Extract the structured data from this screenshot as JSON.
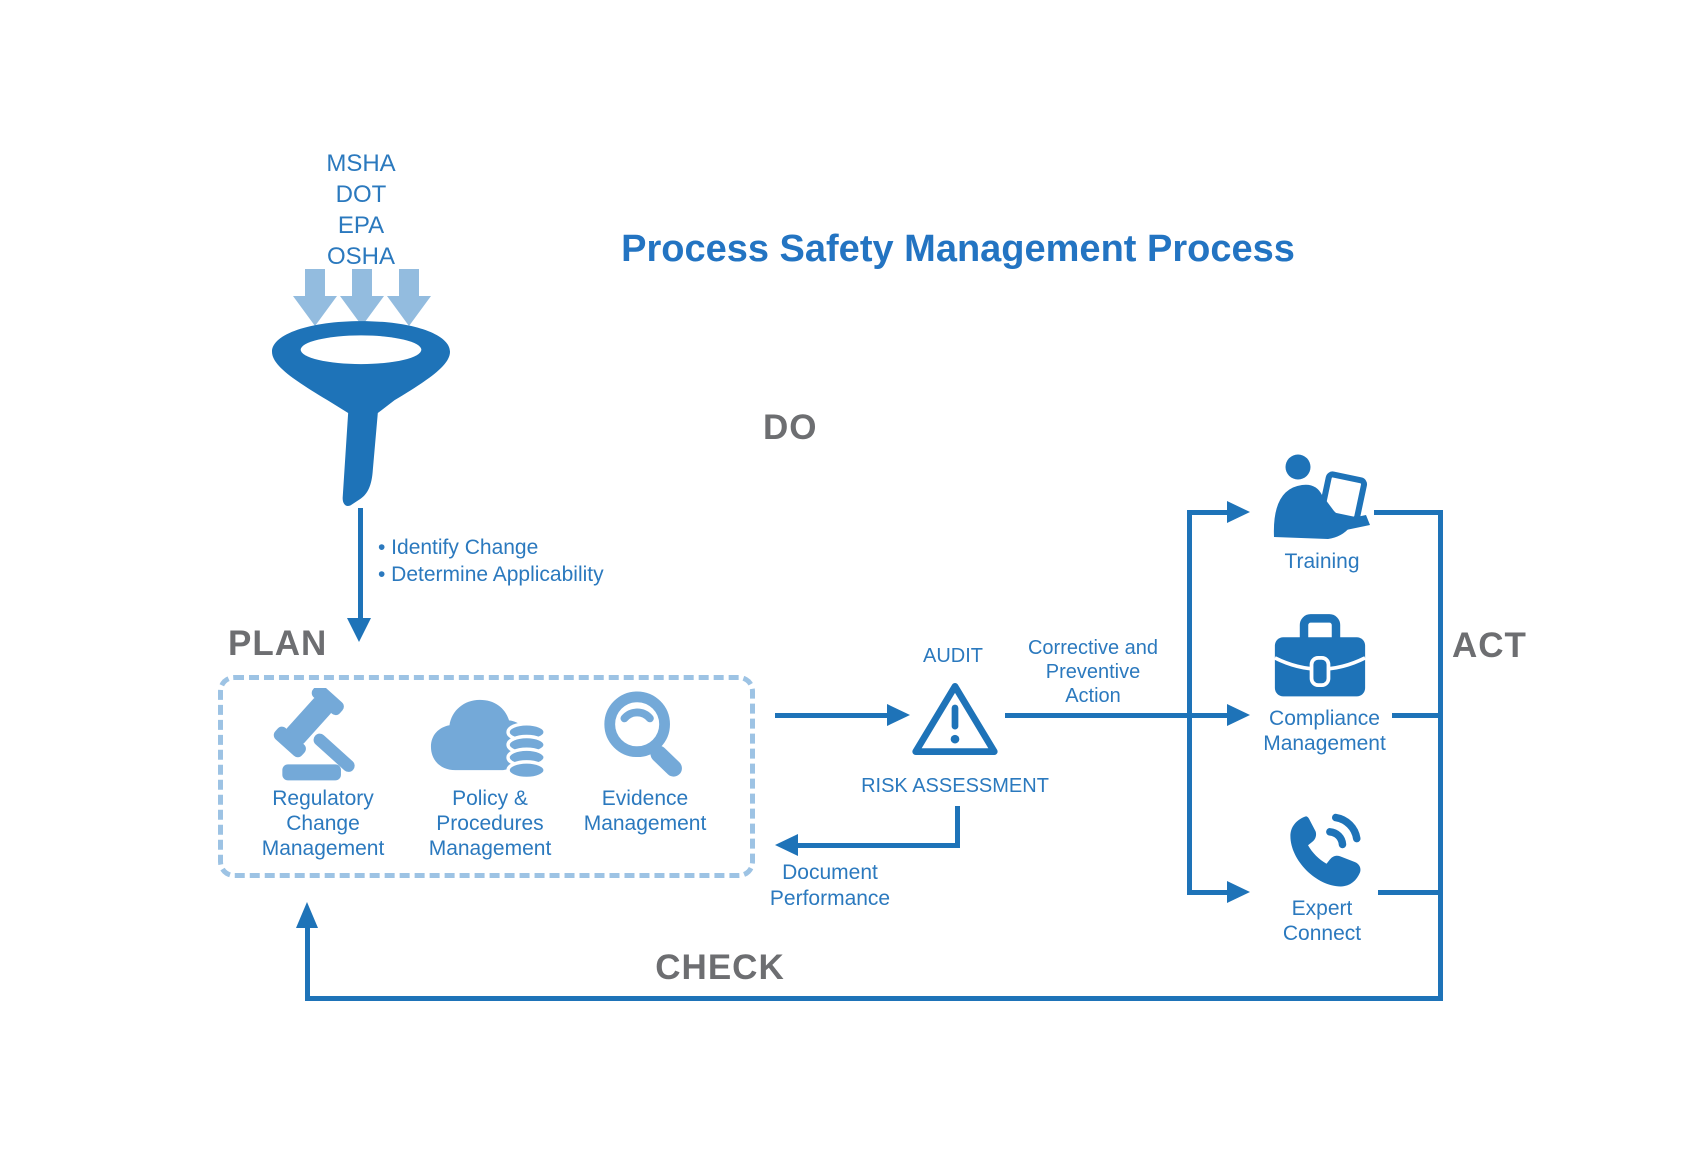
{
  "title": "Process Safety Management Process",
  "colors": {
    "primary_blue": "#1E73B8",
    "title_blue": "#2374C2",
    "text_blue": "#2B79BE",
    "light_icon_blue": "#74A9D8",
    "pale_arrow_blue": "#93BCDF",
    "dashed_border_blue": "#9DC3E4",
    "phase_gray": "#6D6E71"
  },
  "regulators": [
    "MSHA",
    "DOT",
    "EPA",
    "OSHA"
  ],
  "funnel_outputs": [
    "• Identify Change",
    "• Determine Applicability"
  ],
  "phases": {
    "plan": "PLAN",
    "do": "DO",
    "check": "CHECK",
    "act": "ACT"
  },
  "plan_items": [
    {
      "icon": "gavel-icon",
      "label_lines": [
        "Regulatory",
        "Change",
        "Management"
      ]
    },
    {
      "icon": "cloud-database-icon",
      "label_lines": [
        "Policy &",
        "Procedures",
        "Management"
      ]
    },
    {
      "icon": "magnifier-icon",
      "label_lines": [
        "Evidence",
        "Management"
      ]
    }
  ],
  "risk": {
    "above": "AUDIT",
    "below": "RISK ASSESSMENT",
    "icon": "warning-triangle-icon"
  },
  "corrective_action_lines": [
    "Corrective and",
    "Preventive",
    "Action"
  ],
  "document_performance_lines": [
    "Document",
    "Performance"
  ],
  "act_items": [
    {
      "icon": "training-icon",
      "label_lines": [
        "Training"
      ]
    },
    {
      "icon": "briefcase-icon",
      "label_lines": [
        "Compliance",
        "Management"
      ]
    },
    {
      "icon": "phone-icon",
      "label_lines": [
        "Expert",
        "Connect"
      ]
    }
  ]
}
